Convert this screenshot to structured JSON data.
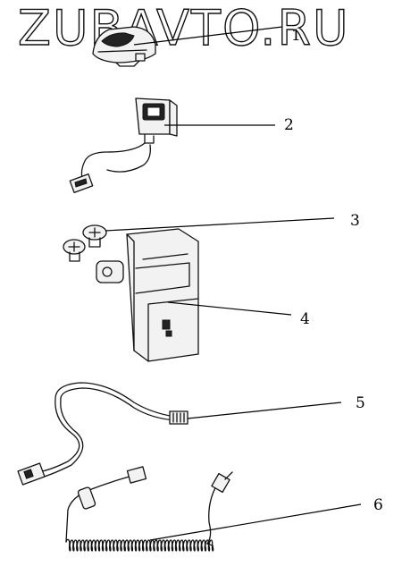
{
  "watermark": "ZUBAVTO.RU",
  "callouts": [
    {
      "number": "1"
    },
    {
      "number": "2"
    },
    {
      "number": "3"
    },
    {
      "number": "4"
    },
    {
      "number": "5"
    },
    {
      "number": "6"
    }
  ]
}
